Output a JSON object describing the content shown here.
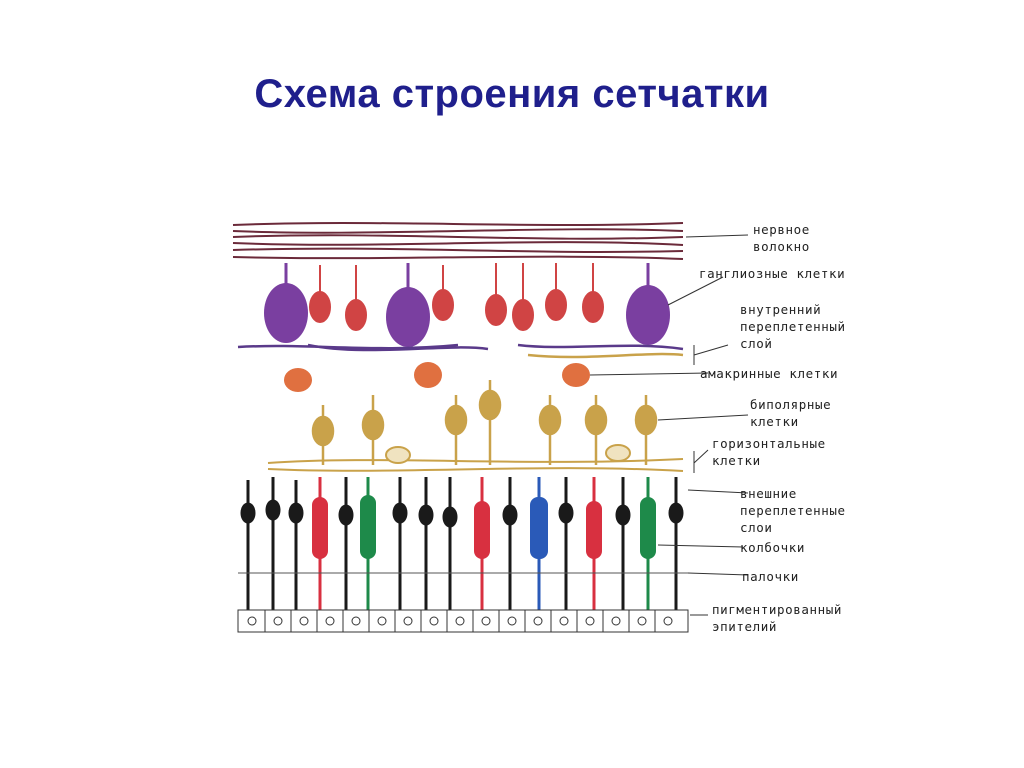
{
  "title": "Схема строения сетчатки",
  "labels": {
    "nerve_fiber": "нервное\nволокно",
    "ganglion": "ганглиозные клетки",
    "inner_plexiform": "внутренний\nпереплетенный\nслой",
    "amacrine": "амакринные клетки",
    "bipolar": "биполярные\nклетки",
    "horizontal": "горизонтальные\nклетки",
    "outer_plexiform": "внешние\nпереплетенные\nслои",
    "cones": "колбочки",
    "rods": "палочки",
    "pigment": "пигментированный\nэпителий"
  },
  "colors": {
    "title": "#1f1f8c",
    "nerve_fiber": "#6b2a3a",
    "ganglion_purple": "#7a3fa0",
    "ganglion_red": "#d04444",
    "amacrine": "#e07040",
    "bipolar": "#c9a24a",
    "rod": "#1a1a1a",
    "cone_red": "#d83040",
    "cone_green": "#1e8a4a",
    "cone_blue": "#2a5ab8"
  }
}
